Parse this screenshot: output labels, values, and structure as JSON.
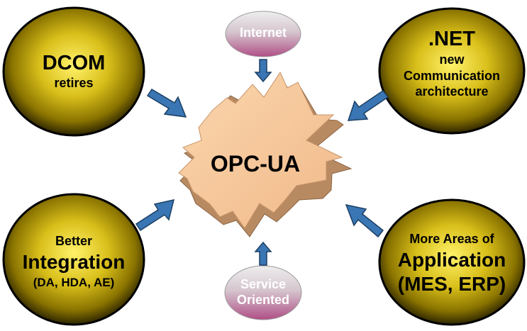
{
  "center": {
    "label": "OPC-UA"
  },
  "nodes": {
    "dcom": {
      "line1": "DCOM",
      "line2": "retires"
    },
    "dotnet": {
      "line1": ".NET",
      "line2": "new",
      "line3": "Communication",
      "line4": "architecture"
    },
    "integration": {
      "line1": "Better",
      "line2": "Integration",
      "line3": "(DA, HDA, AE)"
    },
    "application": {
      "line1": "More Areas of",
      "line2": "Application",
      "line3": "(MES, ERP)"
    },
    "internet": {
      "line1": "Internet"
    },
    "service": {
      "line1": "Service",
      "line2": "Oriented"
    }
  },
  "colors": {
    "gold_center": "#fff26a",
    "gold_mid": "#b89c0c",
    "gold_edge": "#2e2600",
    "burst_light": "#f7c89a",
    "burst_shadow": "#b88a62",
    "arrow_fill": "#3a76b4",
    "arrow_stroke": "#1c3f63",
    "pill_top": "#e6e6e6",
    "pill_bottom": "#b45a8a"
  }
}
